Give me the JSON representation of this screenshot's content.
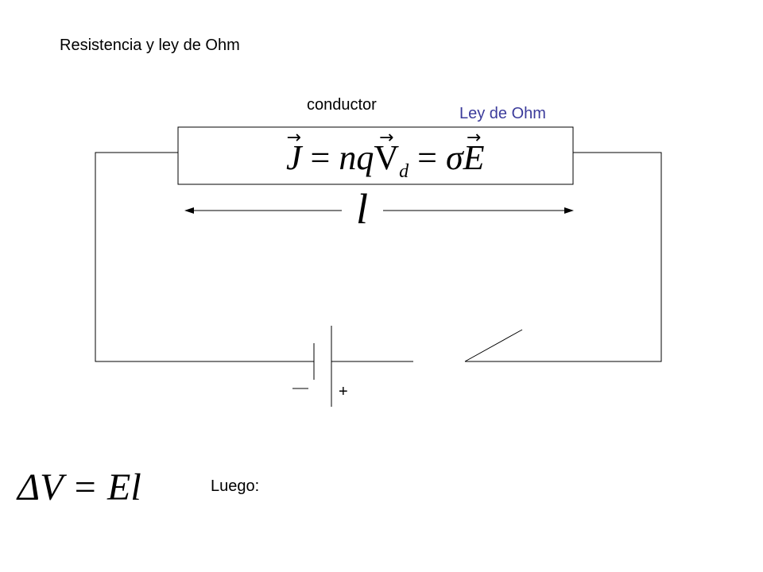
{
  "title": "Resistencia y ley de Ohm",
  "conductor_label": "conductor",
  "ohm_label": "Ley de Ohm",
  "ohm_equation": {
    "j": "J",
    "eq1": " = ",
    "n": "n",
    "q": "q",
    "v": "V",
    "d": "d",
    "eq2": " = ",
    "sigma": "σ",
    "e": "E"
  },
  "length_symbol": "l",
  "battery": {
    "minus": "—",
    "plus": "+"
  },
  "potential_equation": "ΔV = El",
  "luego_label": "Luego:",
  "colors": {
    "ohm_label": "#3b3b9b",
    "lines": "#000000"
  }
}
